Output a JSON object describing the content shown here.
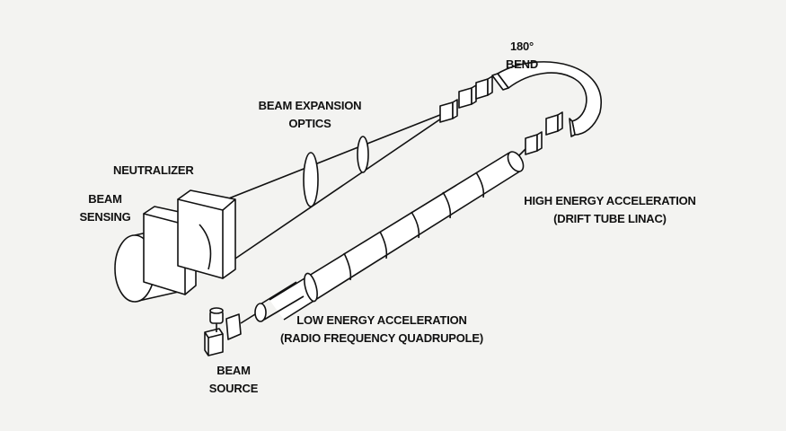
{
  "labels": {
    "bend": [
      "180°",
      "BEND"
    ],
    "beam_expansion": [
      "BEAM EXPANSION",
      "OPTICS"
    ],
    "neutralizer": "NEUTRALIZER",
    "beam_sensing": [
      "BEAM",
      "SENSING"
    ],
    "high_energy": [
      "HIGH ENERGY ACCELERATION",
      "(DRIFT TUBE LINAC)"
    ],
    "low_energy": [
      "LOW ENERGY ACCELERATION",
      "(RADIO FREQUENCY  QUADRUPOLE)"
    ],
    "beam_source": [
      "BEAM",
      "SOURCE"
    ]
  },
  "colors": {
    "ink": "#111111",
    "paper": "#f3f3f1"
  }
}
